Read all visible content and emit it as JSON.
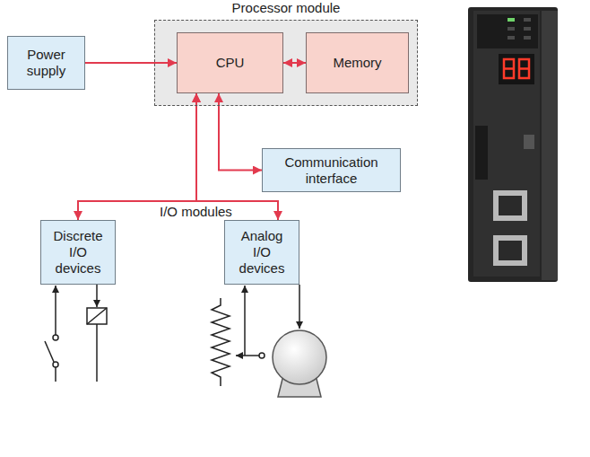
{
  "diagram": {
    "nodes": [
      {
        "text": [
          "Processor module"
        ]
      },
      {
        "text": [
          "CPU"
        ],
        "in": 0
      },
      {
        "text": [
          "Memory"
        ],
        "in": 0
      },
      {
        "text": [
          "Power supply"
        ]
      },
      {
        "text": [
          "Communication interface"
        ]
      },
      {
        "text": [
          "Discrete I/O devices"
        ]
      },
      {
        "text": [
          "Analog I/O devices"
        ]
      }
    ],
    "edges": [
      {
        "from": 3,
        "to": 1,
        "arrow": "to"
      },
      {
        "from": 1,
        "to": 2,
        "arrow": "both"
      },
      {
        "from": 1,
        "to": 4,
        "arrow": "both"
      },
      {
        "from": 1,
        "to": 5,
        "arrow": "both"
      },
      {
        "from": 1,
        "to": 6,
        "arrow": "both"
      }
    ],
    "labels": [
      "I/O modules"
    ]
  }
}
